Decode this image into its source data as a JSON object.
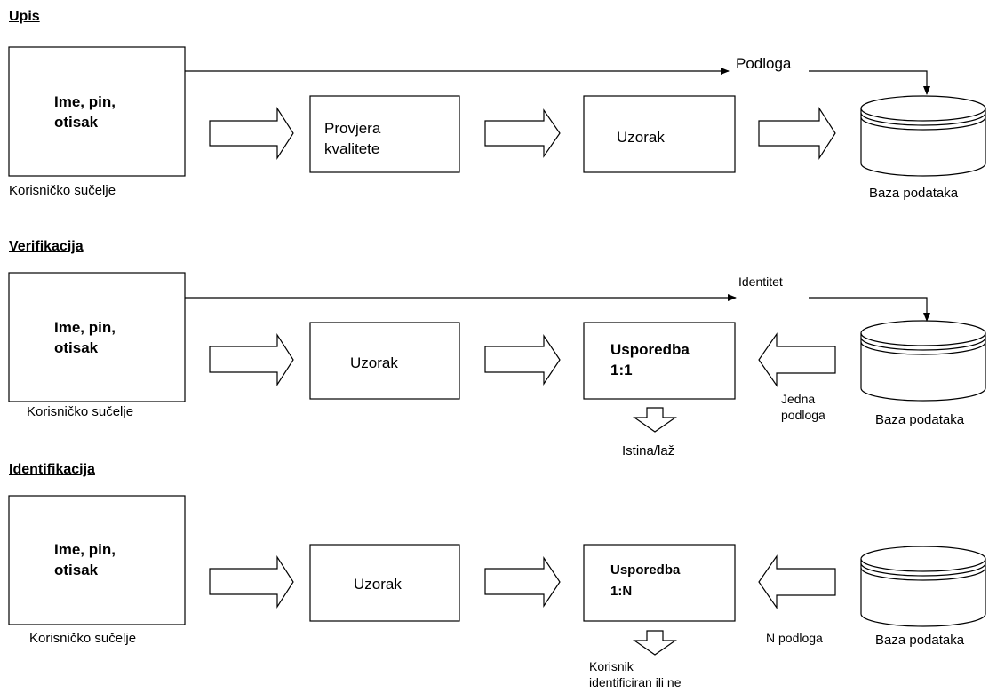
{
  "upis": {
    "title": "Upis",
    "input_box": "Ime, pin,\notisak",
    "input_caption": "Korisničko sučelje",
    "quality_box": "Provjera\nkvalitete",
    "sample_box": "Uzorak",
    "flow_label": "Podloga",
    "db_caption": "Baza podataka"
  },
  "verifikacija": {
    "title": "Verifikacija",
    "input_box": "Ime, pin,\notisak",
    "input_caption": "Korisničko sučelje",
    "sample_box": "Uzorak",
    "compare_box": "Usporedba\n1:1",
    "flow_label": "Identitet",
    "db_flow_label": "Jedna\npodloga",
    "db_caption": "Baza podataka",
    "result_label": "Istina/laž"
  },
  "identifikacija": {
    "title": "Identifikacija",
    "input_box": "Ime, pin,\notisak",
    "input_caption": "Korisničko sučelje",
    "sample_box": "Uzorak",
    "compare_box": "Usporedba\n1:N",
    "db_flow_label": "N podloga",
    "db_caption": "Baza podataka",
    "result_label": "Korisnik\nidentificiran ili ne"
  }
}
